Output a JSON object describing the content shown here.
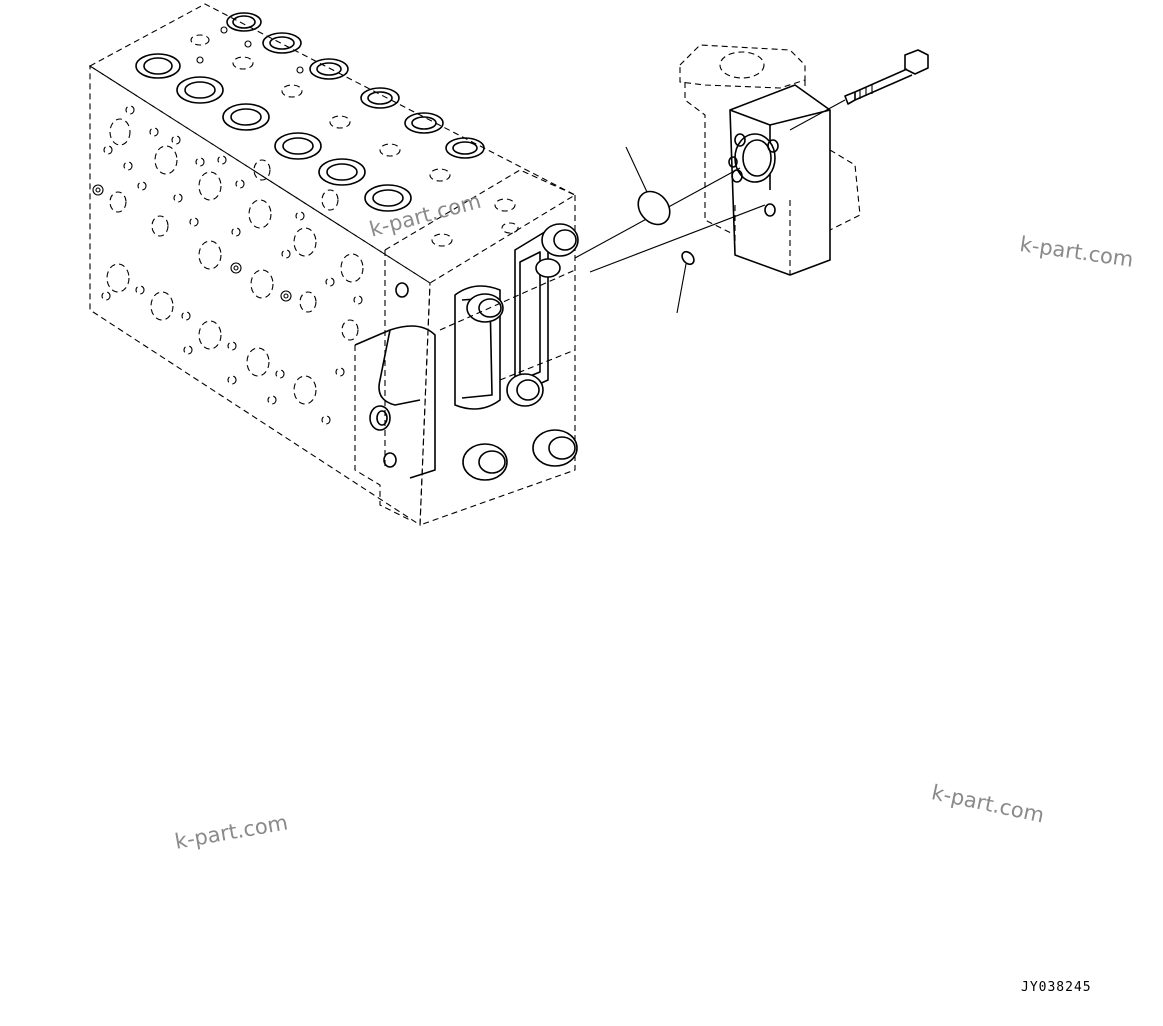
{
  "figure_code": "JY038245",
  "watermark_text": "k-part.com",
  "parts": [
    "control-valve-block",
    "valve-cover",
    "mounting-bolt",
    "large-o-ring",
    "small-o-ring"
  ]
}
